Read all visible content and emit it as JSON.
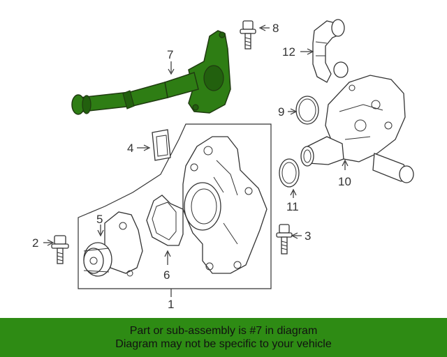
{
  "diagram": {
    "callouts": {
      "p1": "1",
      "p2": "2",
      "p3": "3",
      "p4": "4",
      "p5": "5",
      "p6": "6",
      "p7": "7",
      "p8": "8",
      "p9": "9",
      "p10": "10",
      "p11": "11",
      "p12": "12"
    },
    "highlight_color": "#2e7d14"
  },
  "banner": {
    "line1": "Part or sub-assembly is #7 in diagram",
    "line2": "Diagram may not be specific to your vehicle",
    "background": "#2e8b14"
  }
}
